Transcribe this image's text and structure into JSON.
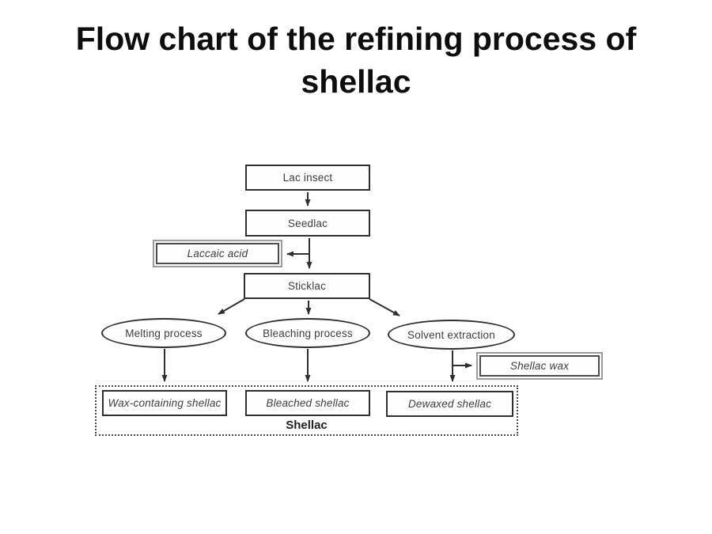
{
  "slide": {
    "title_line1": "Flow chart of the refining process of",
    "title_line2": "shellac"
  },
  "diagram": {
    "nodes": {
      "lac_insect": "Lac insect",
      "seedlac": "Seedlac",
      "laccaic_acid": "Laccaic acid",
      "sticklac": "Sticklac",
      "melting_process": "Melting process",
      "bleaching_process": "Bleaching process",
      "solvent_extraction": "Solvent extraction",
      "shellac_wax": "Shellac wax",
      "wax_containing_shellac": "Wax-containing shellac",
      "bleached_shellac": "Bleached shellac",
      "dewaxed_shellac": "Dewaxed shellac",
      "group_label": "Shellac"
    },
    "edges": [
      {
        "from": "Lac insect",
        "to": "Seedlac"
      },
      {
        "from": "Seedlac",
        "to": "Sticklac"
      },
      {
        "from": "Seedlac",
        "to": "Laccaic acid"
      },
      {
        "from": "Sticklac",
        "to": "Melting process"
      },
      {
        "from": "Sticklac",
        "to": "Bleaching process"
      },
      {
        "from": "Sticklac",
        "to": "Solvent extraction"
      },
      {
        "from": "Melting process",
        "to": "Wax-containing shellac"
      },
      {
        "from": "Bleaching process",
        "to": "Bleached shellac"
      },
      {
        "from": "Solvent extraction",
        "to": "Dewaxed shellac"
      },
      {
        "from": "Solvent extraction",
        "to": "Shellac wax"
      }
    ],
    "colors": {
      "title_ink": "#0d0d0d",
      "node_ink": "#3e3e3e",
      "node_border": "#2f2f2f",
      "double_border_outer": "#9b9b9b",
      "arrow": "#2f2f2f",
      "background": "#ffffff"
    }
  }
}
